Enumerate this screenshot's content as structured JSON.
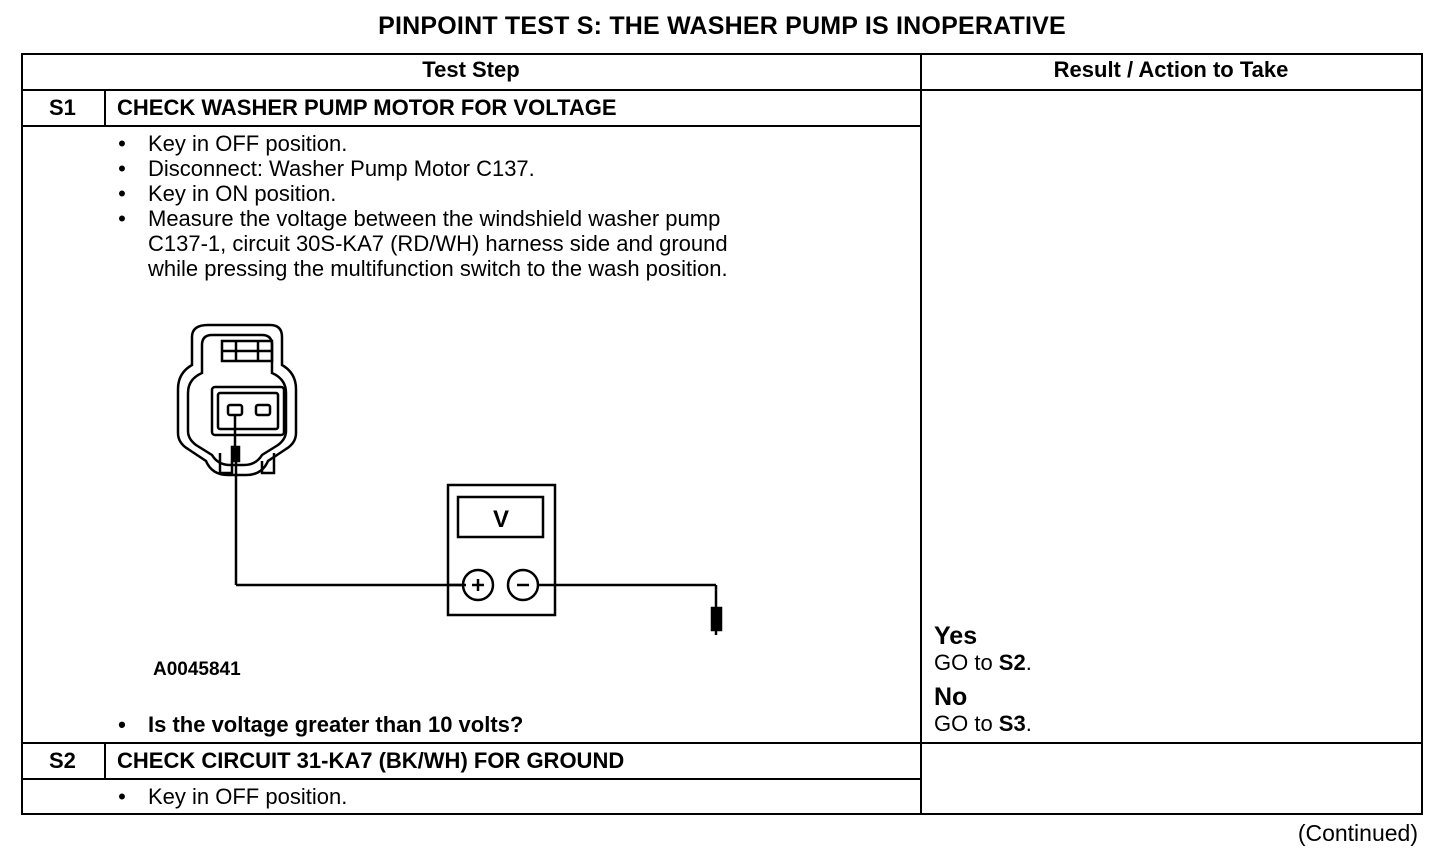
{
  "title": "PINPOINT TEST  S: THE WASHER PUMP IS INOPERATIVE",
  "table": {
    "header_test_step": "Test Step",
    "header_result": "Result / Action to Take"
  },
  "steps": [
    {
      "id": "S1",
      "heading": "CHECK WASHER PUMP MOTOR FOR VOLTAGE",
      "bullets": [
        "Key in OFF position.",
        "Disconnect: Washer Pump Motor C137.",
        "Key in ON position.",
        "Measure the voltage between the windshield washer pump",
        "C137-1, circuit 30S-KA7 (RD/WH) harness side and ground",
        "while pressing the multifunction switch to the wash position."
      ],
      "figure_id": "A0045841",
      "meter_label": "V",
      "question": "Is the voltage greater than 10 volts?",
      "results": {
        "yes_label": "Yes",
        "yes_action_prefix": "GO to ",
        "yes_action_target": "S2",
        "no_label": "No",
        "no_action_prefix": "GO to ",
        "no_action_target": "S3"
      }
    },
    {
      "id": "S2",
      "heading": "CHECK CIRCUIT 31-KA7 (BK/WH) FOR GROUND",
      "bullets": [
        "Key in OFF position."
      ]
    }
  ],
  "footer": {
    "continued": "(Continued)"
  }
}
